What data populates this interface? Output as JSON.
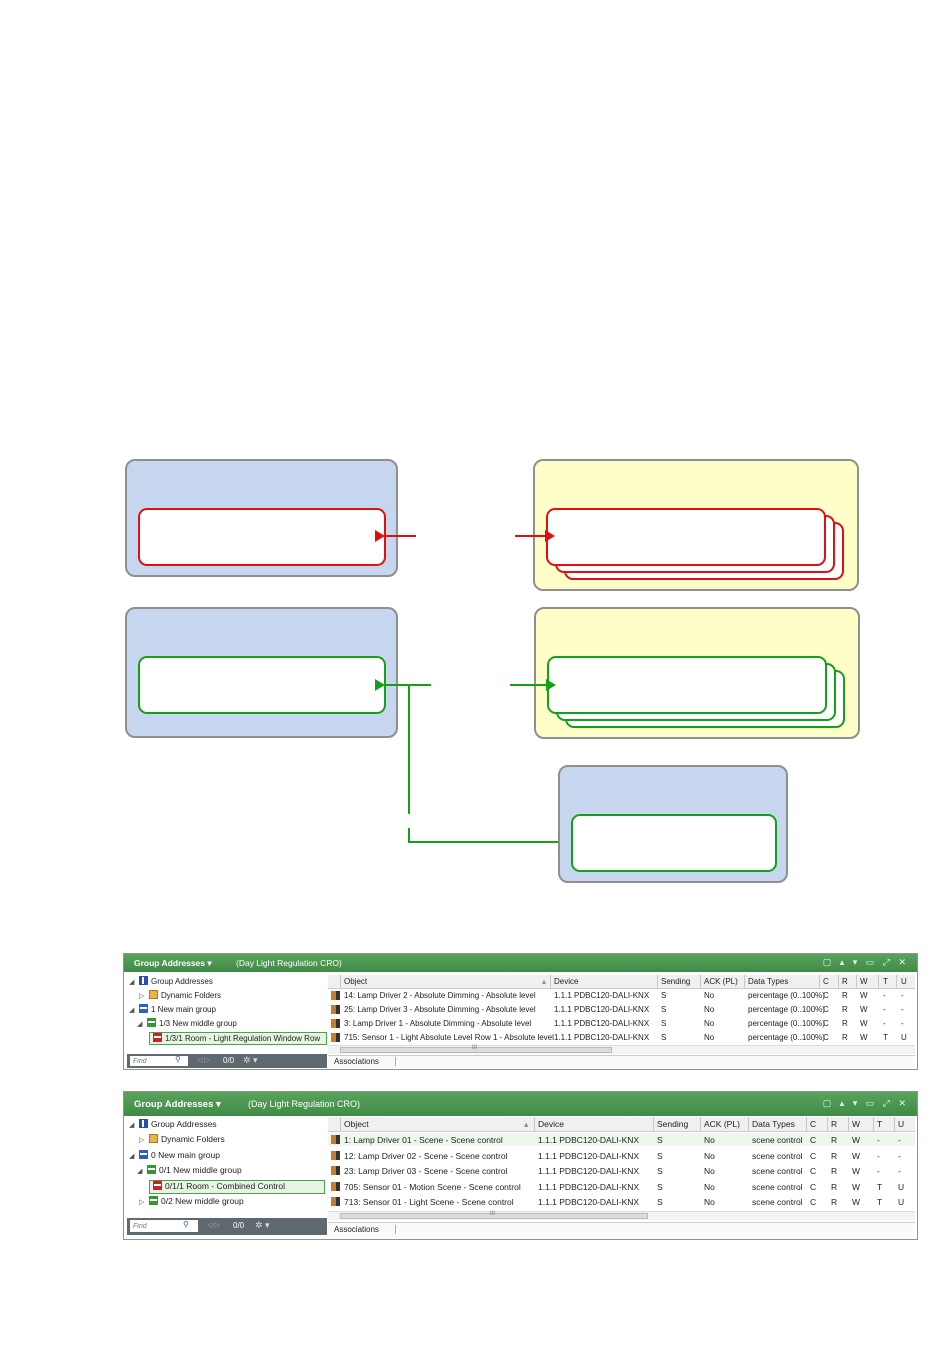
{
  "panel1": {
    "title": "Group Addresses",
    "dropdown_glyph": "▾",
    "subtitle": "(Day Light Regulation CRO)",
    "tree": [
      {
        "label": "Group Addresses",
        "icon": "group-addresses-icon",
        "expander": "◢"
      },
      {
        "label": "Dynamic Folders",
        "icon": "folder-icon",
        "expander": "▷"
      },
      {
        "label": "1 New main group",
        "icon": "main-group-icon",
        "expander": "◢"
      },
      {
        "label": "1/3 New middle group",
        "icon": "middle-group-icon",
        "expander": "◢"
      },
      {
        "label": "1/3/1 Room - Light Regulation Window Row",
        "icon": "group-address-icon",
        "expander": ""
      }
    ],
    "find_placeholder": "Find",
    "find_count": "0/0",
    "columns": [
      "Object",
      "Device",
      "Sending",
      "ACK (PL)",
      "Data Types",
      "C",
      "R",
      "W",
      "T",
      "U"
    ],
    "rows": [
      [
        "14: Lamp Driver 2 - Absolute Dimming - Absolute level",
        "1.1.1  PDBC120-DALI-KNX",
        "S",
        "No",
        "percentage (0..100%)",
        "C",
        "R",
        "W",
        "-",
        "-"
      ],
      [
        "25: Lamp Driver 3 - Absolute Dimming - Absolute level",
        "1.1.1  PDBC120-DALI-KNX",
        "S",
        "No",
        "percentage (0..100%)",
        "C",
        "R",
        "W",
        "-",
        "-"
      ],
      [
        "3: Lamp Driver 1 - Absolute Dimming - Absolute level",
        "1.1.1  PDBC120-DALI-KNX",
        "S",
        "No",
        "percentage (0..100%)",
        "C",
        "R",
        "W",
        "-",
        "-"
      ],
      [
        "715: Sensor 1 - Light Absolute Level Row 1 - Absolute level",
        "1.1.1  PDBC120-DALI-KNX",
        "S",
        "No",
        "percentage (0..100%)",
        "C",
        "R",
        "W",
        "T",
        "U"
      ]
    ],
    "scroll_mark": "III",
    "tab": "Associations"
  },
  "panel2": {
    "title": "Group Addresses",
    "dropdown_glyph": "▾",
    "subtitle": "(Day Light Regulation CRO)",
    "tree": [
      {
        "label": "Group Addresses",
        "icon": "group-addresses-icon",
        "expander": "◢"
      },
      {
        "label": "Dynamic Folders",
        "icon": "folder-icon",
        "expander": "▷"
      },
      {
        "label": "0 New main group",
        "icon": "main-group-icon",
        "expander": "◢"
      },
      {
        "label": "0/1 New middle group",
        "icon": "middle-group-icon",
        "expander": "◢"
      },
      {
        "label": "0/1/1 Room - Combined Control",
        "icon": "group-address-icon",
        "expander": ""
      },
      {
        "label": "0/2 New middle group",
        "icon": "middle-group-icon",
        "expander": "▷"
      }
    ],
    "find_placeholder": "Find",
    "find_count": "0/0",
    "columns": [
      "Object",
      "Device",
      "Sending",
      "ACK (PL)",
      "Data Types",
      "C",
      "R",
      "W",
      "T",
      "U"
    ],
    "rows": [
      [
        "1: Lamp Driver 01 - Scene - Scene control",
        "1.1.1  PDBC120-DALI-KNX",
        "S",
        "No",
        "scene control",
        "C",
        "R",
        "W",
        "-",
        "-"
      ],
      [
        "12: Lamp Driver 02 - Scene - Scene control",
        "1.1.1  PDBC120-DALI-KNX",
        "S",
        "No",
        "scene control",
        "C",
        "R",
        "W",
        "-",
        "-"
      ],
      [
        "23: Lamp Driver 03 - Scene - Scene control",
        "1.1.1  PDBC120-DALI-KNX",
        "S",
        "No",
        "scene control",
        "C",
        "R",
        "W",
        "-",
        "-"
      ],
      [
        "705: Sensor 01 - Motion Scene - Scene control",
        "1.1.1  PDBC120-DALI-KNX",
        "S",
        "No",
        "scene control",
        "C",
        "R",
        "W",
        "T",
        "U"
      ],
      [
        "713: Sensor 01 - Light Scene - Scene control",
        "1.1.1  PDBC120-DALI-KNX",
        "S",
        "No",
        "scene control",
        "C",
        "R",
        "W",
        "T",
        "U"
      ]
    ],
    "scroll_mark": "III",
    "tab": "Associations"
  },
  "colors": {
    "red_link": "#e01010",
    "green_link": "#16a016",
    "blue_box": "#c6d6ee",
    "yellow_box": "#fefec8",
    "titlebar_green": "#4a9a50"
  }
}
